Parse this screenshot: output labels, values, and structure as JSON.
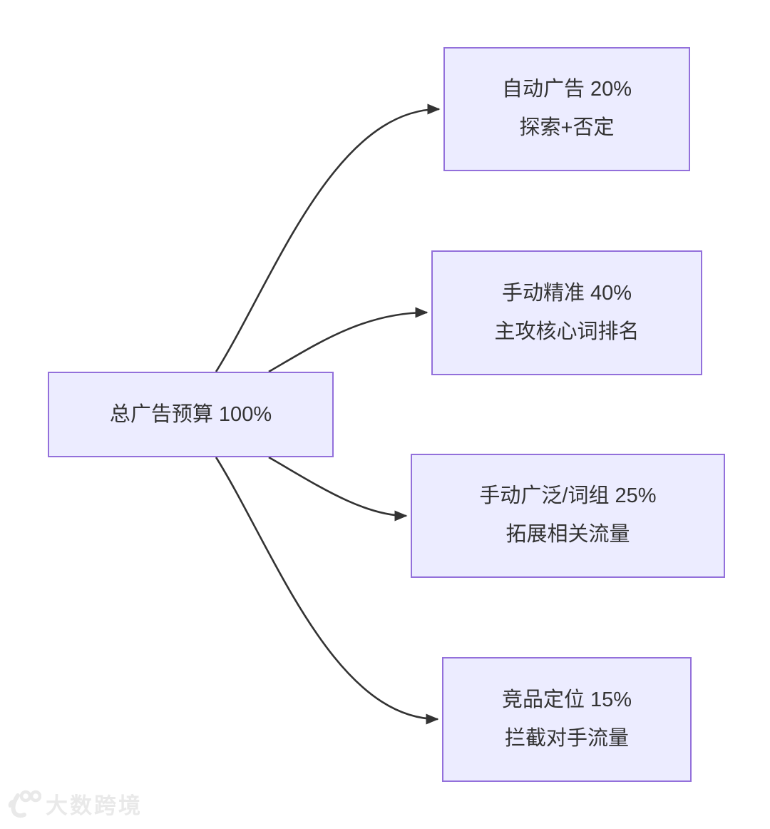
{
  "diagram": {
    "type": "flowchart-left-to-right",
    "root": {
      "label": "总广告预算 100%"
    },
    "branches": [
      {
        "line1": "自动广告 20%",
        "line2": "探索+否定"
      },
      {
        "line1": "手动精准 40%",
        "line2": "主攻核心词排名"
      },
      {
        "line1": "手动广泛/词组 25%",
        "line2": "拓展相关流量"
      },
      {
        "line1": "竞品定位 15%",
        "line2": "拦截对手流量"
      }
    ],
    "edges": [
      {
        "from": "root",
        "to": "branch-0"
      },
      {
        "from": "root",
        "to": "branch-1"
      },
      {
        "from": "root",
        "to": "branch-2"
      },
      {
        "from": "root",
        "to": "branch-3"
      }
    ],
    "colors": {
      "node_fill": "#ECECFF",
      "node_border": "#9370DB",
      "edge_line": "#333333",
      "text": "#333333",
      "watermark": "#E9E9E9"
    }
  },
  "watermark": {
    "logo": "100-smile-logo",
    "text": "大数跨境"
  }
}
